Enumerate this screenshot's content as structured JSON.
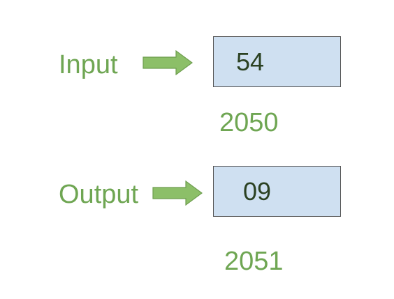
{
  "input": {
    "label": "Input",
    "value": "54",
    "address": "2050"
  },
  "output": {
    "label": "Output",
    "value": "09",
    "address": "2051"
  },
  "colors": {
    "label_green": "#6fa653",
    "arrow_fill": "#8cbf68",
    "arrow_stroke": "#6e9e4f",
    "box_fill": "#cfe0f1",
    "box_border": "#555555",
    "value_text": "#2b4122"
  },
  "icons": {
    "input_arrow": "right-arrow-icon",
    "output_arrow": "right-arrow-icon"
  }
}
